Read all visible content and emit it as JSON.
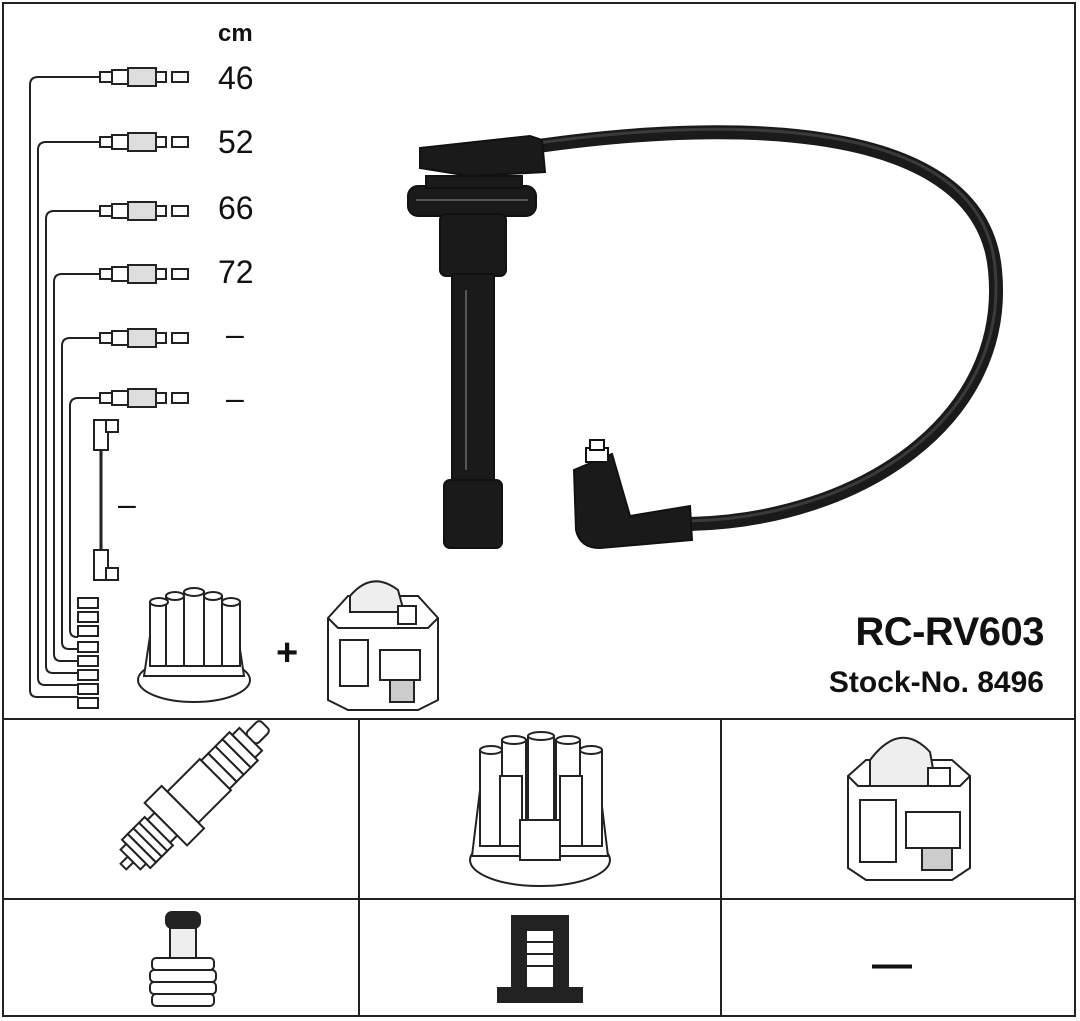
{
  "header": {
    "unit": "cm"
  },
  "lengths": [
    "46",
    "52",
    "66",
    "72",
    "–",
    "–"
  ],
  "coil_lead_length": "–",
  "product": {
    "part_number": "RC-RV603",
    "stock_number": "Stock-No. 8496"
  },
  "plus_sign": "+",
  "bottom_row": {
    "cell_3_text": "—"
  },
  "colors": {
    "line": "#222222",
    "cable": "#1a1a1a",
    "background": "#ffffff"
  }
}
